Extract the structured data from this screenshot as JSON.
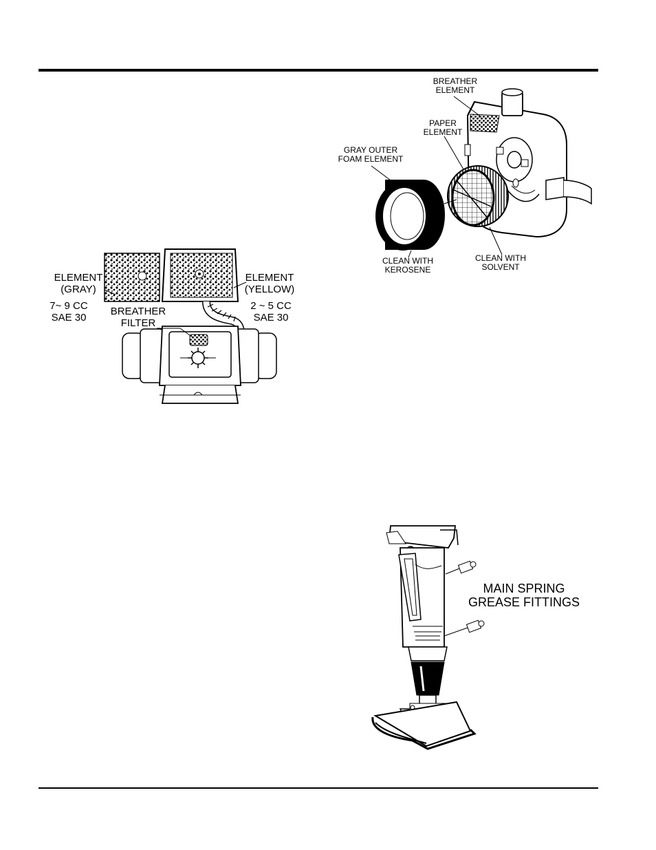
{
  "figure_air_filter_double": {
    "element_gray": "ELEMENT\n(GRAY)",
    "gray_oil": "7~ 9 CC\nSAE 30",
    "breather_filter": "BREATHER\nFILTER",
    "element_yellow": "ELEMENT\n(YELLOW)",
    "yellow_oil": "2 ~ 5 CC\nSAE 30"
  },
  "figure_air_cleaner_cyclone": {
    "breather_element": "BREATHER\nELEMENT",
    "paper_element": "PAPER\nELEMENT",
    "gray_outer_foam": "GRAY OUTER\nFOAM ELEMENT",
    "clean_kerosene": "CLEAN WITH\nKEROSENE",
    "clean_solvent": "CLEAN WITH\nSOLVENT"
  },
  "figure_main_spring": {
    "grease_fittings": "MAIN SPRING\nGREASE FITTINGS"
  }
}
